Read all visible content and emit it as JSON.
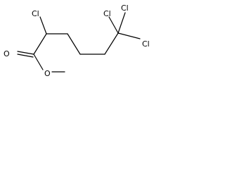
{
  "molecule": {
    "atoms": {
      "cl_alpha": "Cl",
      "cl_1": "Cl",
      "cl_2": "Cl",
      "cl_3": "Cl",
      "o_carbonyl": "O",
      "o_ester": "O"
    },
    "colors": {
      "bond": "#000000",
      "label": "#000000",
      "background": "#ffffff"
    }
  }
}
